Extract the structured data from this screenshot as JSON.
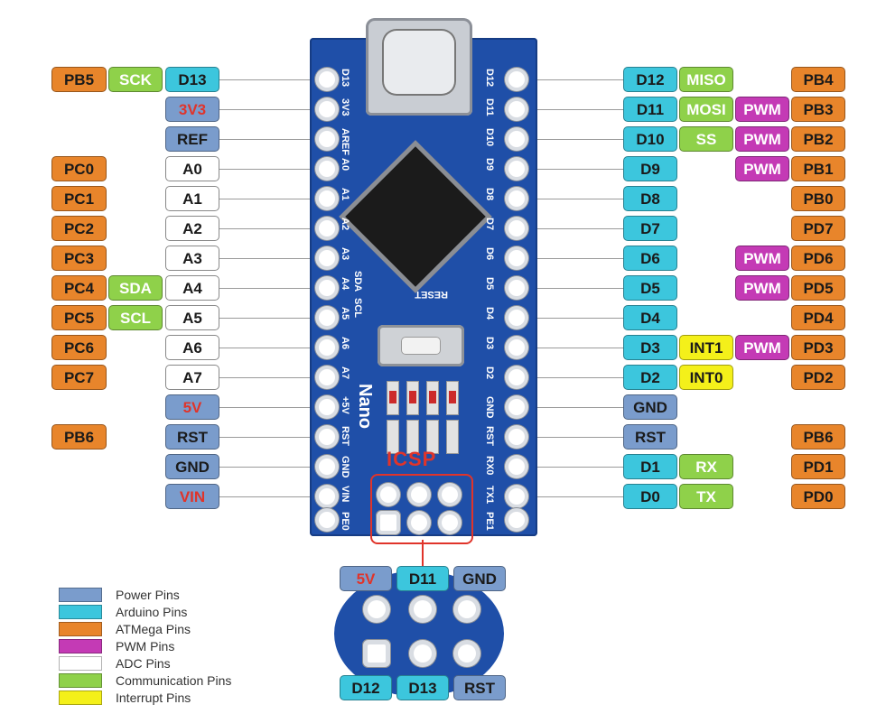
{
  "left_pins": [
    {
      "board": "D13",
      "atmega": "PB5",
      "comm": "SCK",
      "board_class": "ard",
      "board_red": false
    },
    {
      "board": "3V3",
      "atmega": "",
      "comm": "",
      "board_class": "pwr",
      "board_red": true
    },
    {
      "board": "REF",
      "atmega": "",
      "comm": "",
      "board_class": "pwr",
      "board_red": false
    },
    {
      "board": "A0",
      "atmega": "PC0",
      "comm": "",
      "board_class": "adc",
      "board_red": false
    },
    {
      "board": "A1",
      "atmega": "PC1",
      "comm": "",
      "board_class": "adc",
      "board_red": false
    },
    {
      "board": "A2",
      "atmega": "PC2",
      "comm": "",
      "board_class": "adc",
      "board_red": false
    },
    {
      "board": "A3",
      "atmega": "PC3",
      "comm": "",
      "board_class": "adc",
      "board_red": false
    },
    {
      "board": "A4",
      "atmega": "PC4",
      "comm": "SDA",
      "board_class": "adc",
      "board_red": false
    },
    {
      "board": "A5",
      "atmega": "PC5",
      "comm": "SCL",
      "board_class": "adc",
      "board_red": false
    },
    {
      "board": "A6",
      "atmega": "PC6",
      "comm": "",
      "board_class": "adc",
      "board_red": false
    },
    {
      "board": "A7",
      "atmega": "PC7",
      "comm": "",
      "board_class": "adc",
      "board_red": false
    },
    {
      "board": "5V",
      "atmega": "",
      "comm": "",
      "board_class": "pwr",
      "board_red": true
    },
    {
      "board": "RST",
      "atmega": "PB6",
      "comm": "",
      "board_class": "pwr",
      "board_red": false
    },
    {
      "board": "GND",
      "atmega": "",
      "comm": "",
      "board_class": "pwr",
      "board_red": false
    },
    {
      "board": "VIN",
      "atmega": "",
      "comm": "",
      "board_class": "pwr",
      "board_red": true
    }
  ],
  "right_pins": [
    {
      "board": "D12",
      "atmega": "PB4",
      "comm": "MISO",
      "comm_class": "com",
      "pwm": "",
      "board_class": "ard"
    },
    {
      "board": "D11",
      "atmega": "PB3",
      "comm": "MOSI",
      "comm_class": "com",
      "pwm": "PWM",
      "board_class": "ard"
    },
    {
      "board": "D10",
      "atmega": "PB2",
      "comm": "SS",
      "comm_class": "com",
      "pwm": "PWM",
      "board_class": "ard"
    },
    {
      "board": "D9",
      "atmega": "PB1",
      "comm": "",
      "comm_class": "",
      "pwm": "PWM",
      "board_class": "ard"
    },
    {
      "board": "D8",
      "atmega": "PB0",
      "comm": "",
      "comm_class": "",
      "pwm": "",
      "board_class": "ard"
    },
    {
      "board": "D7",
      "atmega": "PD7",
      "comm": "",
      "comm_class": "",
      "pwm": "",
      "board_class": "ard"
    },
    {
      "board": "D6",
      "atmega": "PD6",
      "comm": "",
      "comm_class": "",
      "pwm": "PWM",
      "board_class": "ard"
    },
    {
      "board": "D5",
      "atmega": "PD5",
      "comm": "",
      "comm_class": "",
      "pwm": "PWM",
      "board_class": "ard"
    },
    {
      "board": "D4",
      "atmega": "PD4",
      "comm": "",
      "comm_class": "",
      "pwm": "",
      "board_class": "ard"
    },
    {
      "board": "D3",
      "atmega": "PD3",
      "comm": "INT1",
      "comm_class": "int",
      "pwm": "PWM",
      "board_class": "ard"
    },
    {
      "board": "D2",
      "atmega": "PD2",
      "comm": "INT0",
      "comm_class": "int",
      "pwm": "",
      "board_class": "ard"
    },
    {
      "board": "GND",
      "atmega": "",
      "comm": "",
      "comm_class": "",
      "pwm": "",
      "board_class": "pwr"
    },
    {
      "board": "RST",
      "atmega": "PB6",
      "comm": "",
      "comm_class": "",
      "pwm": "",
      "board_class": "pwr"
    },
    {
      "board": "D1",
      "atmega": "PD1",
      "comm": "RX",
      "comm_class": "com",
      "pwm": "",
      "board_class": "ard"
    },
    {
      "board": "D0",
      "atmega": "PD0",
      "comm": "TX",
      "comm_class": "com",
      "pwm": "",
      "board_class": "ard"
    }
  ],
  "board_silk": {
    "left": [
      "D13",
      "3V3",
      "AREF",
      "A0",
      "A1",
      "A2",
      "A3",
      "A4",
      "A5",
      "A6",
      "A7",
      "+5V",
      "RST",
      "GND",
      "VIN"
    ],
    "right": [
      "D12",
      "D11",
      "D10",
      "D9",
      "D8",
      "D7",
      "D6",
      "D5",
      "D4",
      "D3",
      "D2",
      "GND",
      "RST",
      "RX0",
      "TX1"
    ],
    "sda": "SDA",
    "scl": "SCL",
    "reset": "RESET",
    "nano": "Nano",
    "pe0": "PE0",
    "pe1": "PE1"
  },
  "icsp": {
    "title": "ICSP",
    "top": [
      {
        "label": "5V",
        "cls": "pwr",
        "red": true
      },
      {
        "label": "D11",
        "cls": "ard",
        "red": false
      },
      {
        "label": "GND",
        "cls": "pwr",
        "red": false
      }
    ],
    "bottom": [
      {
        "label": "D12",
        "cls": "ard",
        "red": false
      },
      {
        "label": "D13",
        "cls": "ard",
        "red": false
      },
      {
        "label": "RST",
        "cls": "pwr",
        "red": false
      }
    ]
  },
  "legend": [
    {
      "label": "Power Pins",
      "color": "#7a9ccc"
    },
    {
      "label": "Arduino Pins",
      "color": "#3cc6dd"
    },
    {
      "label": "ATMega Pins",
      "color": "#e8852b"
    },
    {
      "label": "PWM Pins",
      "color": "#c43ab5"
    },
    {
      "label": "ADC Pins",
      "color": "#ffffff"
    },
    {
      "label": "Communication Pins",
      "color": "#8fd14a"
    },
    {
      "label": "Interrupt Pins",
      "color": "#f4f01a"
    }
  ]
}
